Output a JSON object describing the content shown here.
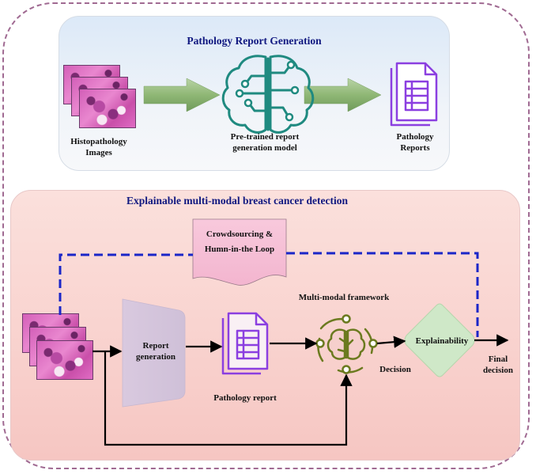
{
  "top_panel": {
    "title": "Pathology Report Generation",
    "histology_label_line1": "Histopathology",
    "histology_label_line2": "Images",
    "model_label_line1": "Pre-trained report",
    "model_label_line2": "generation model",
    "reports_label_line1": "Pathology",
    "reports_label_line2": "Reports"
  },
  "bottom_panel": {
    "title": "Explainable multi-modal breast cancer detection",
    "crowd_label_line1": "Crowdsourcing &",
    "crowd_label_line2": "Humn-in-the Loop",
    "report_gen_line1": "Report",
    "report_gen_line2": "generation",
    "pathology_report_label": "Pathology report",
    "framework_label": "Multi-modal framework",
    "decision_label": "Decision",
    "explainability_label": "Explainability",
    "final_decision_line1": "Final",
    "final_decision_line2": "decision"
  },
  "colors": {
    "arrow_green": "#93b97c",
    "brain_teal": "#1f8a80",
    "document_purple": "#8b3fe0",
    "brain_olive": "#6b7a1f",
    "dashed_blue": "#1a26c8",
    "explain_green": "#cfe8c8"
  }
}
